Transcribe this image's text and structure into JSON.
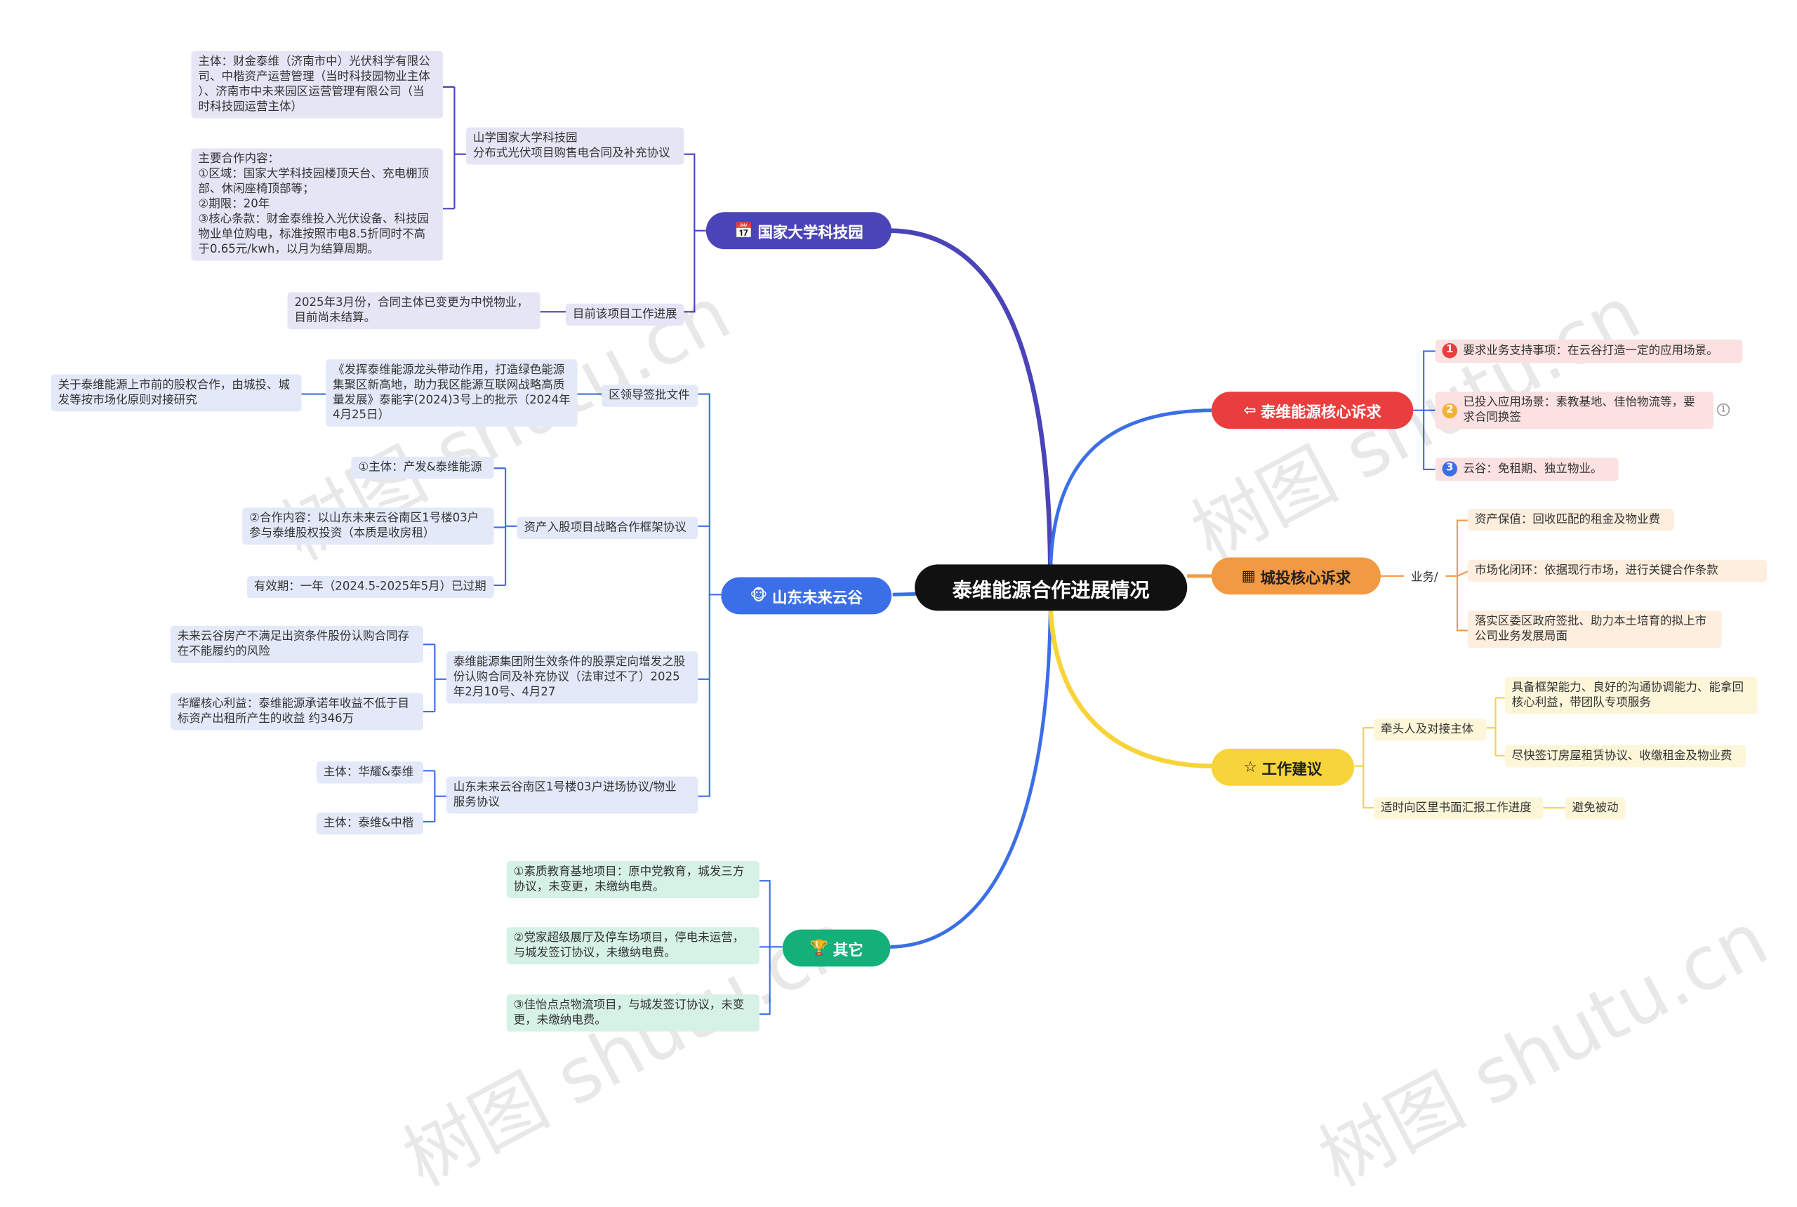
{
  "root": "泰维能源合作进展情况",
  "colors": {
    "purple": "#4b44b8",
    "blue": "#3b6fe8",
    "green": "#13b07a",
    "red": "#ea3d3d",
    "orange": "#f29a43",
    "yellow": "#f6d43a"
  },
  "branches": {
    "park": {
      "label": "国家大学科技园",
      "icon": "calendar-icon",
      "agreement": "山学国家大学科技园\n分布式光伏项目购售电合同及补充协议",
      "subject": "主体：财金泰维（济南市中）光伏科学有限公\n司、中楷资产运营管理（当时科技园物业主体\n）、济南市中未来园区运营管理有限公司（当\n时科技园运营主体）",
      "content": "主要合作内容：\n①区域：国家大学科技园楼顶天台、充电棚顶\n部、休闲座椅顶部等；\n②期限：20年\n③核心条款：财金泰维投入光伏设备、科技园\n物业单位购电，标准按照市电8.5折同时不高\n于0.65元/kwh，以月为结算周期。",
      "progress_label": "目前该项目工作进展",
      "progress": "2025年3月份，合同主体已变更为中悦物业，\n目前尚未结算。"
    },
    "valley": {
      "label": "山东未来云谷",
      "icon": "mascot-icon",
      "doc_label": "区领导签批文件",
      "doc": "《发挥泰维能源龙头带动作用，打造绿色能源\n集聚区新高地，助力我区能源互联网战略高质\n量发展》泰能字(2024)3号上的批示（2024年\n4月25日）",
      "doc_note": "关于泰维能源上市前的股权合作，由城投、城\n发等按市场化原则对接研究",
      "frame_label": "资产入股项目战略合作框架协议",
      "frame_items": [
        "①主体：产发&泰维能源",
        "②合作内容：以山东未来云谷南区1号楼03户\n参与泰维股权投资（本质是收房租）",
        "有效期：一年（2024.5-2025年5月）已过期"
      ],
      "stock_label": "泰维能源集团附生效条件的股票定向增发之股\n份认购合同及补充协议（法审过不了）2025\n年2月10号、4月27",
      "stock_items": [
        "未来云谷房产不满足出资条件股份认购合同存\n在不能履约的风险",
        "华耀核心利益：泰维能源承诺年收益不低于目\n标资产出租所产生的收益 约346万"
      ],
      "entry_label": "山东未来云谷南区1号楼03户进场协议/物业\n服务协议",
      "entry_items": [
        "主体：华耀&泰维",
        "主体：泰维&中楷"
      ]
    },
    "other": {
      "label": "其它",
      "icon": "trophy-icon",
      "items": [
        "①素质教育基地项目：原中党教育，城发三方\n协议，未变更，未缴纳电费。",
        "②党家超级展厅及停车场项目，停电未运营，\n与城发签订协议，未缴纳电费。",
        "③佳怡点点物流项目，与城发签订协议，未变\n更，未缴纳电费。"
      ]
    },
    "demand": {
      "label": "泰维能源核心诉求",
      "icon": "arrow-left-icon",
      "items": [
        {
          "num": "1",
          "text": "要求业务支持事项：在云谷打造一定的应用场景。",
          "color": "#ea3d3d"
        },
        {
          "num": "2",
          "text": "已投入应用场景：素教基地、佳怡物流等，要\n求合同换签",
          "color": "#f2b23a"
        },
        {
          "num": "3",
          "text": "云谷：免租期、独立物业。",
          "color": "#3b6fe8"
        }
      ],
      "fold_count": "1"
    },
    "city": {
      "label": "城投核心诉求",
      "icon": "building-icon",
      "mid": "业务/",
      "items": [
        "资产保值：回收匹配的租金及物业费",
        "市场化闭环：依据现行市场，进行关键合作条款",
        "落实区委区政府签批、助力本土培育的拟上市\n公司业务发展局面"
      ]
    },
    "advice": {
      "label": "工作建议",
      "icon": "star-icon",
      "lead_label": "牵头人及对接主体",
      "lead_items": [
        "具备框架能力、良好的沟通协调能力、能拿回\n核心利益，带团队专项服务",
        "尽快签订房屋租赁协议、收缴租金及物业费"
      ],
      "report_label": "适时向区里书面汇报工作进度",
      "report_result": "避免被动"
    }
  },
  "watermark": "树图 shutu.cn"
}
